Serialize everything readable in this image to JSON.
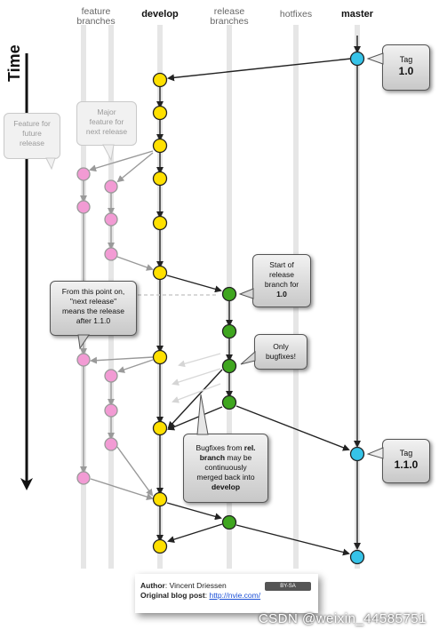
{
  "columns": {
    "feature": [
      "feature",
      "branches"
    ],
    "develop": "develop",
    "release": [
      "release",
      "branches"
    ],
    "hotfixes": "hotfixes",
    "master": "master"
  },
  "time_label": "Time",
  "callouts": {
    "feature_future": [
      "Feature for",
      "future",
      "release"
    ],
    "major_feature": [
      "Major",
      "feature for",
      "next release"
    ],
    "next_release": [
      "From this point on,",
      "\"next release\"",
      "means the release",
      "after 1.1.0"
    ],
    "start_release": [
      "Start of",
      "release",
      "branch for",
      "1.0"
    ],
    "only_bugfixes": [
      "Only",
      "bugfixes!"
    ],
    "bugfixes_merged": {
      "line1_pre": "Bugfixes from ",
      "line1_bold": "rel.",
      "line2_bold": "branch",
      "line2_post": " may be",
      "line3": "continuously",
      "line4": "merged back into",
      "line5_bold": "develop"
    },
    "tag_top": {
      "label": "Tag",
      "version": "1.0"
    },
    "tag_bottom": {
      "label": "Tag",
      "version": "1.1.0"
    }
  },
  "author": {
    "author_label": "Author",
    "author_name": ": Vincent Driessen",
    "blog_label": "Original blog post",
    "blog_sep": ": ",
    "blog_url": "http://nvie.com/",
    "license": "BY-SA"
  },
  "watermark": "CSDN @weixin_44585751",
  "colors": {
    "develop": "#ffe000",
    "feature": "#f29bd4",
    "release": "#3fa61f",
    "master": "#36c3e8",
    "arrow": "#222222",
    "arrow_light": "#999999"
  }
}
